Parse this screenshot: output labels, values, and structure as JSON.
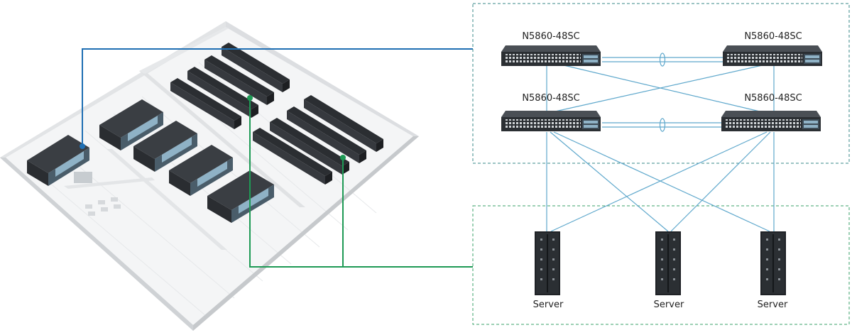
{
  "switches": [
    {
      "id": "sw-top-left",
      "label": "N5860-48SC"
    },
    {
      "id": "sw-top-right",
      "label": "N5860-48SC"
    },
    {
      "id": "sw-bottom-left",
      "label": "N5860-48SC"
    },
    {
      "id": "sw-bottom-right",
      "label": "N5860-48SC"
    }
  ],
  "servers": [
    {
      "id": "server-1",
      "label": "Server"
    },
    {
      "id": "server-2",
      "label": "Server"
    },
    {
      "id": "server-3",
      "label": "Server"
    }
  ],
  "colors": {
    "switch_zone_border": "#3a8a8a",
    "server_zone_border": "#3aa06a",
    "blue_link": "#1f6fb3",
    "green_link": "#1e9a55",
    "cable": "#5fa8cc",
    "device_body": "#2b2f33",
    "floor": "#f3f4f5",
    "wall": "#e4e6e8",
    "rack": "#2a2d31"
  }
}
